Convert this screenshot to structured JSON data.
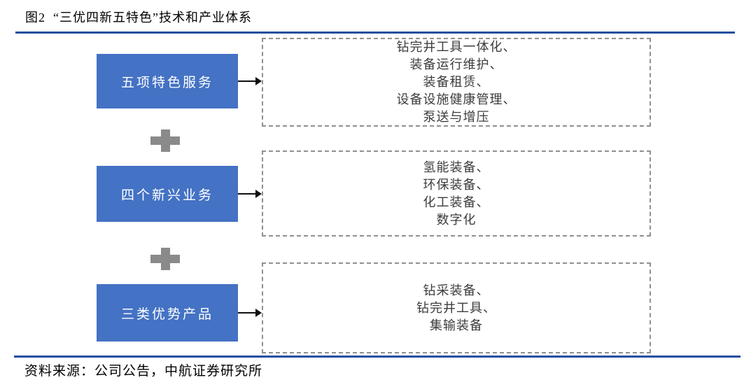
{
  "figure": {
    "title": "图2  “三优四新五特色”技术和产业体系",
    "source": "资料来源：公司公告，中航证券研究所"
  },
  "colors": {
    "category_box_blue": "#4472C4",
    "rule_navy": "#1F4E9F",
    "plus_gray": "#8A8A8A",
    "dashed_border_gray": "#909090",
    "detail_text": "#3C3C3C",
    "label_text": "#FFFFFF"
  },
  "icons": {
    "plus": "plus-icon",
    "arrow": "right-arrow-icon"
  },
  "diagram": {
    "rows": [
      {
        "label": "五项特色服务",
        "items": [
          "钻完井工具一体化、",
          "装备运行维护、",
          "装备租赁、",
          "设备设施健康管理、",
          "泵送与增压"
        ]
      },
      {
        "label": "四个新兴业务",
        "items": [
          "氢能装备、",
          "环保装备、",
          "化工装备、",
          "数字化"
        ]
      },
      {
        "label": "三类优势产品",
        "items": [
          "钻采装备、",
          "钻完井工具、",
          "集输装备"
        ]
      }
    ]
  }
}
